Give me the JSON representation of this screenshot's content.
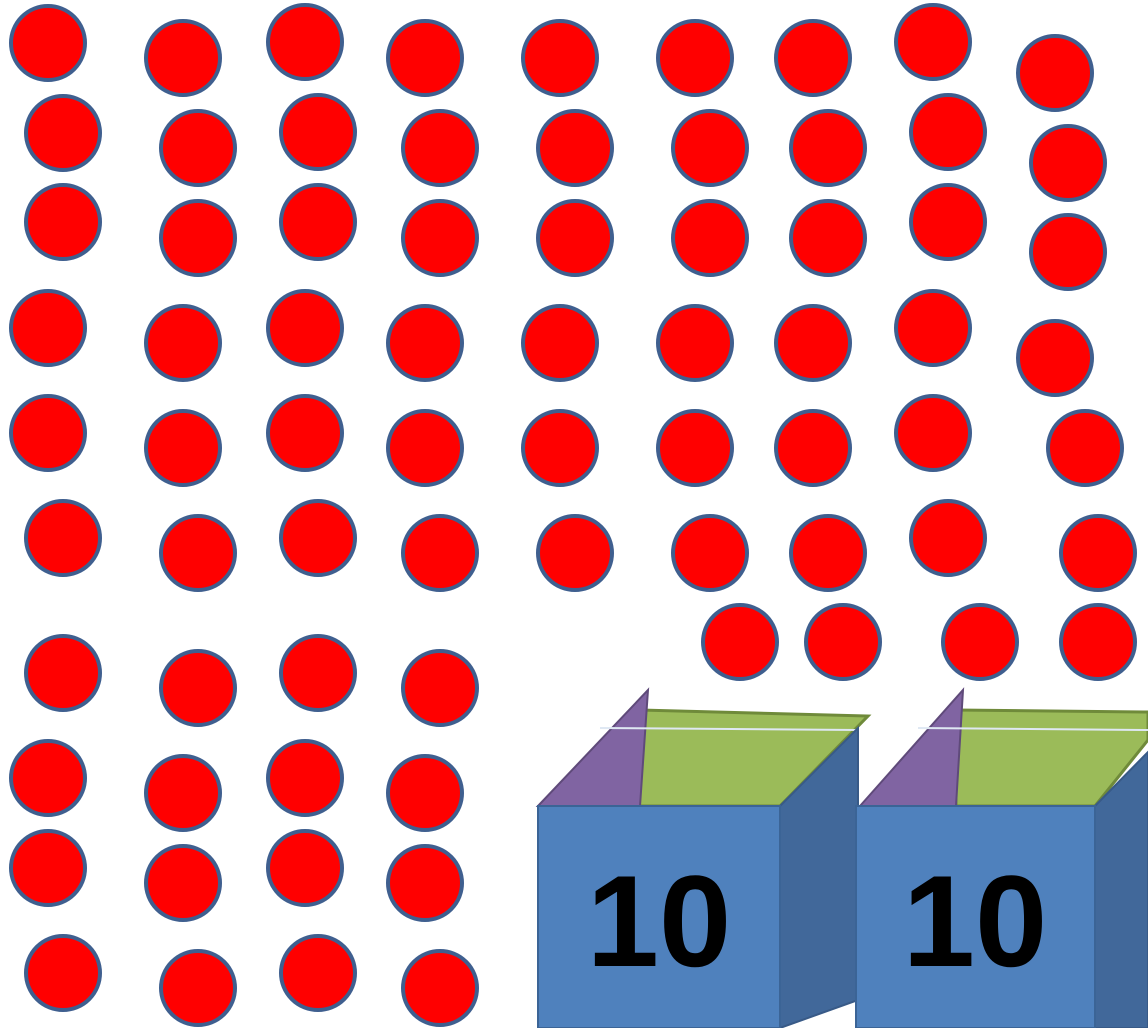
{
  "counters": {
    "color": "#ff0000",
    "outline": "#3f5f8f",
    "count": 74
  },
  "boxes": [
    {
      "label": "10"
    },
    {
      "label": "10"
    }
  ],
  "box_colors": {
    "front": "#4f81bd",
    "side": "#41689a",
    "left_flap": "#8064a2",
    "back_flap": "#9bbb59"
  }
}
